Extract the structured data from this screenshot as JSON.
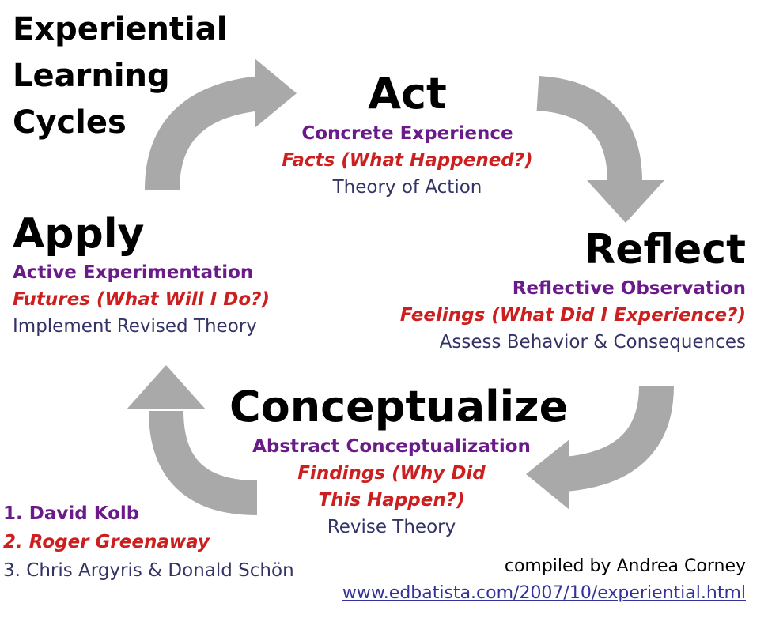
{
  "title_lines": [
    "Experiential",
    "Learning",
    "Cycles"
  ],
  "stages": {
    "act": {
      "name": "Act",
      "kolb": "Concrete Experience",
      "greenaway": "Facts (What Happened?)",
      "argyris": "Theory of Action"
    },
    "reflect": {
      "name": "Reflect",
      "kolb": "Reflective Observation",
      "greenaway": "Feelings (What Did I Experience?)",
      "argyris": "Assess Behavior & Consequences"
    },
    "conceptualize": {
      "name": "Conceptualize",
      "kolb": "Abstract Conceptualization",
      "greenaway_lines": [
        "Findings (Why Did",
        "This Happen?)"
      ],
      "argyris": "Revise Theory"
    },
    "apply": {
      "name": "Apply",
      "kolb": "Active Experimentation",
      "greenaway": "Futures (What Will I Do?)",
      "argyris": "Implement Revised Theory"
    }
  },
  "legend": [
    "1. David Kolb",
    "2. Roger Greenaway",
    "3. Chris Argyris & Donald Schön"
  ],
  "credit": "compiled by Andrea Corney",
  "url": "www.edbatista.com/2007/10/experiential.html",
  "colors": {
    "arrow": "#a9a9a9",
    "kolb": "#6b1a8a",
    "greenaway": "#cc1f1f",
    "argyris": "#333366",
    "link": "#333399"
  }
}
